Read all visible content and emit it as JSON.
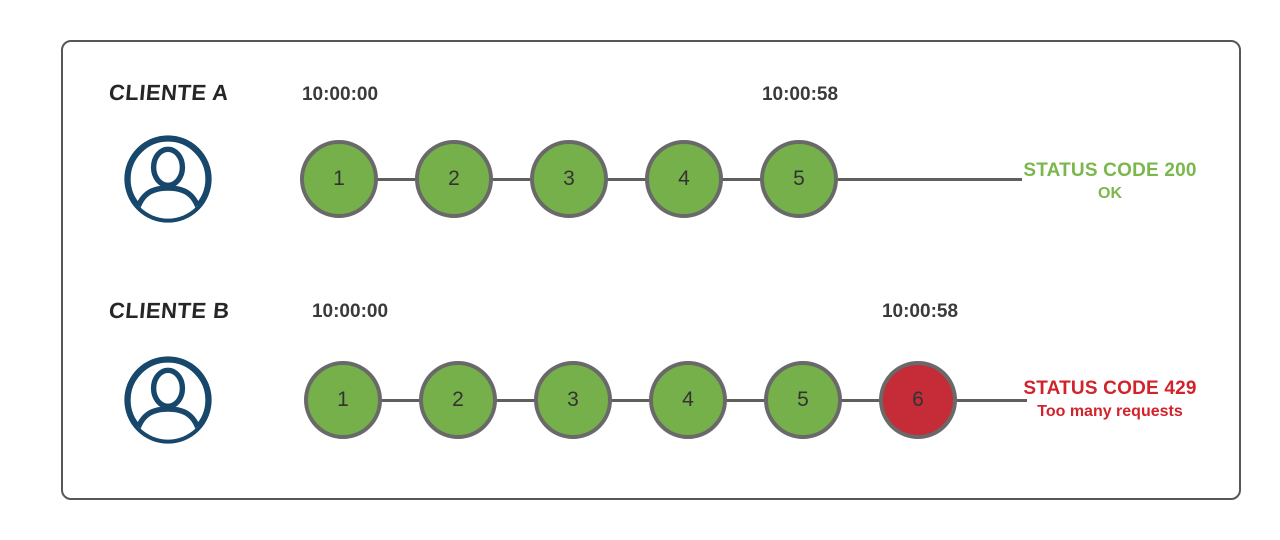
{
  "colors": {
    "request_ok": "#76b04a",
    "request_blocked": "#c62b38",
    "status_ok_text": "#7ab74c",
    "status_error_text": "#d2232b",
    "avatar": "#17476b",
    "timeline": "#5f5f5f",
    "circle_border": "#696969",
    "frame_border": "#575757"
  },
  "rows": [
    {
      "client_label": "CLIENTE A",
      "start_time": "10:00:00",
      "end_time": "10:00:58",
      "requests": [
        {
          "label": "1",
          "status": "ok"
        },
        {
          "label": "2",
          "status": "ok"
        },
        {
          "label": "3",
          "status": "ok"
        },
        {
          "label": "4",
          "status": "ok"
        },
        {
          "label": "5",
          "status": "ok"
        }
      ],
      "status_line1": "STATUS CODE 200",
      "status_line2": "OK",
      "status": "ok"
    },
    {
      "client_label": "CLIENTE B",
      "start_time": "10:00:00",
      "end_time": "10:00:58",
      "requests": [
        {
          "label": "1",
          "status": "ok"
        },
        {
          "label": "2",
          "status": "ok"
        },
        {
          "label": "3",
          "status": "ok"
        },
        {
          "label": "4",
          "status": "ok"
        },
        {
          "label": "5",
          "status": "ok"
        },
        {
          "label": "6",
          "status": "blocked"
        }
      ],
      "status_line1": "STATUS CODE 429",
      "status_line2": "Too many requests",
      "status": "error"
    }
  ]
}
